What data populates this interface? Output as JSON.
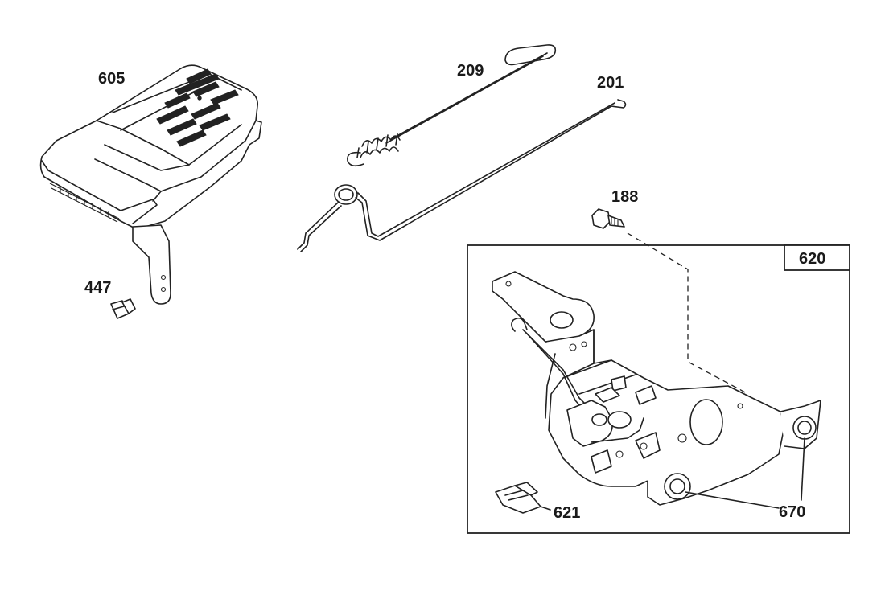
{
  "parts": [
    {
      "id": "p605",
      "number": "605",
      "name": "cover"
    },
    {
      "id": "p447",
      "number": "447",
      "name": "screw"
    },
    {
      "id": "p209",
      "number": "209",
      "name": "spring"
    },
    {
      "id": "p201",
      "number": "201",
      "name": "link"
    },
    {
      "id": "p188",
      "number": "188",
      "name": "screw"
    },
    {
      "id": "p620",
      "number": "620",
      "name": "bracket-assembly"
    },
    {
      "id": "p621",
      "number": "621",
      "name": "clip"
    },
    {
      "id": "p670",
      "number": "670",
      "name": "grommet"
    }
  ],
  "labels": {
    "p605": "605",
    "p447": "447",
    "p209": "209",
    "p201": "201",
    "p188": "188",
    "p620": "620",
    "p621": "621",
    "p670": "670"
  },
  "colors": {
    "ink": "#222222",
    "paper": "#ffffff"
  }
}
